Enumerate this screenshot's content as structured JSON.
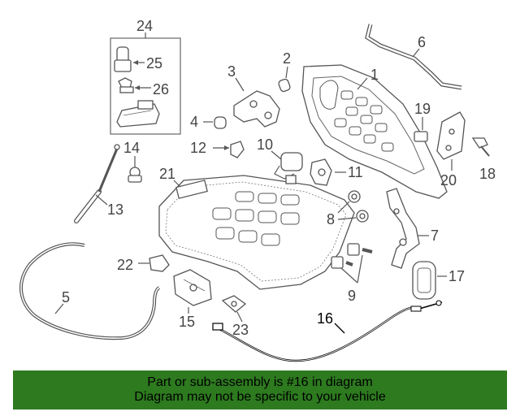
{
  "callouts": {
    "c1": "1",
    "c2": "2",
    "c3": "3",
    "c4": "4",
    "c5": "5",
    "c6": "6",
    "c7": "7",
    "c8": "8",
    "c9": "9",
    "c10": "10",
    "c11": "11",
    "c12": "12",
    "c13": "13",
    "c14": "14",
    "c15": "15",
    "c16": "16",
    "c17": "17",
    "c18": "18",
    "c19": "19",
    "c20": "20",
    "c21": "21",
    "c22": "22",
    "c23": "23",
    "c24": "24",
    "c25": "25",
    "c26": "26"
  },
  "banner": {
    "line1": "Part or sub-assembly is #16 in diagram",
    "line2": "Diagram may not be specific to your vehicle"
  },
  "colors": {
    "banner_bg": "#2d7a1f",
    "line": "#555555",
    "highlight": "#000000"
  }
}
